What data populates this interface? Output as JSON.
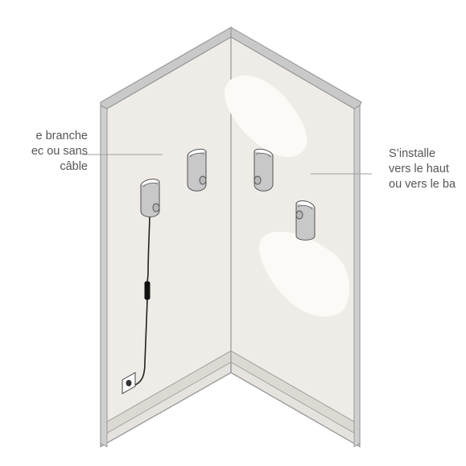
{
  "labels": {
    "left": {
      "lines": [
        "e branche",
        "ec ou sans",
        "câble"
      ]
    },
    "right": {
      "lines": [
        "S’installe",
        "vers le haut",
        "ou vers le ba"
      ]
    }
  },
  "colors": {
    "wall": "#efece7",
    "wall_edge": "#8f8f8f",
    "frame_gray": "#c9c9c9",
    "highlight": "#fbfaf7",
    "holder": "#c8c8c8",
    "outline": "#555555",
    "cable": "#222222",
    "label_text": "#555555",
    "leader_line": "#a0a0a0"
  },
  "icons": [
    "wall-corner-illustration",
    "towel-holder-icon",
    "power-outlet-icon",
    "power-cable-icon",
    "light-reflection"
  ]
}
